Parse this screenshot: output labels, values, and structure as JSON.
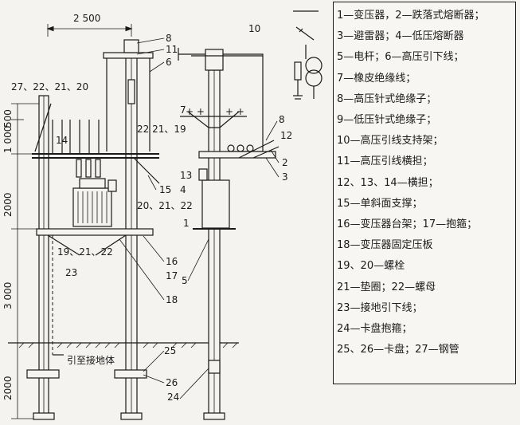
{
  "dimensions": {
    "top_width": "2 500",
    "h1": "500",
    "h2": "1 000",
    "h3": "2000",
    "h4": "3 000",
    "h5": "2000"
  },
  "labels": {
    "n10": "10",
    "n8a": "8",
    "n11": "11",
    "n6": "6",
    "top_left": "27、22、21、20",
    "n14": "14",
    "n22_21_19": "22  21、19",
    "n7": "7",
    "n8b": "8",
    "n12": "12",
    "n2": "2",
    "n3": "3",
    "n13": "13",
    "n4": "4",
    "n15": "15",
    "n20_21_22": "20、21、22",
    "n1": "1",
    "n19_21_22": "19、21、22",
    "n16": "16",
    "n17": "17",
    "n23": "23",
    "n5": "5",
    "n18": "18",
    "ground_label": "引至接地体",
    "n25": "25",
    "n26": "26",
    "n24": "24"
  },
  "legend": [
    "1—变压器，2—跌落式熔断器；",
    "3—避雷器；4—低压熔断器",
    "5—电杆；6—高压引下线；",
    "7—橡皮绝缘线；",
    "8—高压针式绝缘子；",
    "9—低压针式绝缘子；",
    "10—高压引线支持架；",
    "11—高压引线横担；",
    "12、13、14—横担；",
    "15—单斜面支撑；",
    "16—变压器台架；17—抱箍；",
    "18—变压器固定压板",
    "19、20—螺栓",
    "21—垫圈；22—螺母",
    "23—接地引下线；",
    "24—卡盘抱箍；",
    "25、26—卡盘；27—钢管"
  ]
}
